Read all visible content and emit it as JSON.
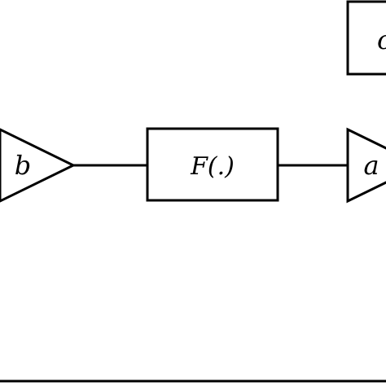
{
  "diagram": {
    "blocks": {
      "gain_b": {
        "label": "b"
      },
      "function_block": {
        "label": "F(.)"
      },
      "gain_a": {
        "label": "a"
      },
      "block_c": {
        "label": "c"
      }
    }
  },
  "colors": {
    "stroke": "#000000",
    "background": "#ffffff"
  }
}
